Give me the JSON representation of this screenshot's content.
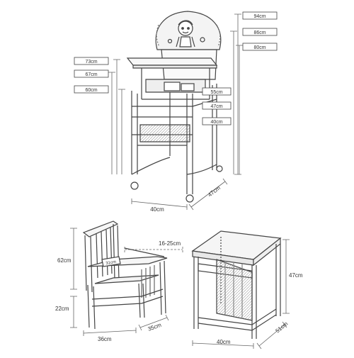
{
  "top": {
    "right_tags": [
      "94cm",
      "86cm",
      "80cm"
    ],
    "left_tags": [
      "73cm",
      "67cm",
      "60cm"
    ],
    "mid_tags": [
      "55cm",
      "47cm",
      "40cm"
    ],
    "width": "40cm",
    "depth": "47cm"
  },
  "bottom": {
    "chair_height": "62cm",
    "seat_height": "22cm",
    "seat_tag": "31cm",
    "chair_width": "36cm",
    "chair_depth": "35cm",
    "gap": "16-25cm",
    "table_height": "47cm",
    "table_width": "40cm",
    "table_depth": "51cm"
  }
}
